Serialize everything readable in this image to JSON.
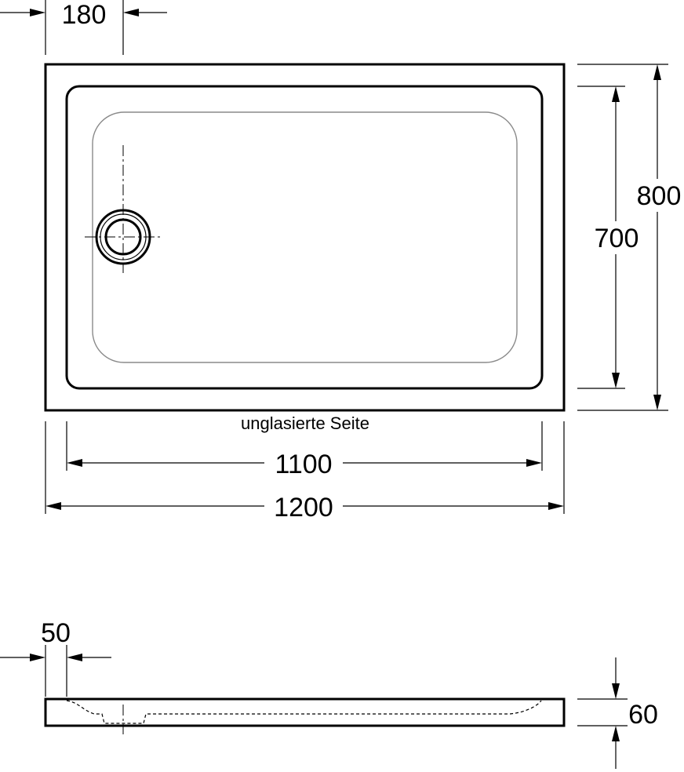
{
  "drawing": {
    "top_view": {
      "dim_drain_offset": "180",
      "dim_outer_depth": "800",
      "dim_inner_depth": "700",
      "dim_inner_width": "1100",
      "dim_outer_width": "1200",
      "note_unglazed_side": "unglasierte Seite"
    },
    "side_view": {
      "dim_rim_width": "50",
      "dim_height": "60"
    }
  }
}
